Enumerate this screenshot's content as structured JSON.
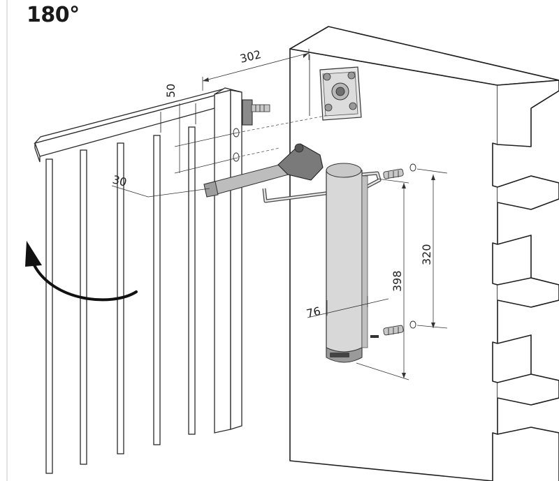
{
  "title": "180°",
  "dimensions": {
    "width_302": "302",
    "height_50": "50",
    "offset_30": "30",
    "depth_76": "76",
    "height_398": "398",
    "spacing_320": "320"
  },
  "colors": {
    "line": "#1e1e1e",
    "motor_body": "#d8d8d8",
    "motor_end": "#9a9a9a",
    "arm": "#bdbdbd",
    "knob": "#7a7a7a"
  }
}
